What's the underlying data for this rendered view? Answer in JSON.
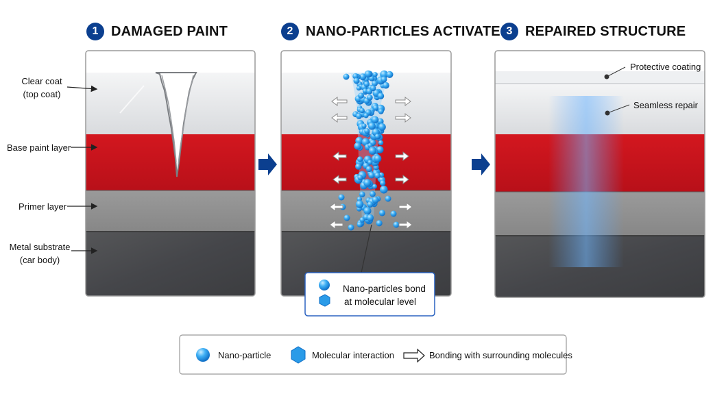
{
  "stages": [
    {
      "number": "1",
      "title": "DAMAGED PAINT"
    },
    {
      "number": "2",
      "title": "NANO-PARTICLES ACTIVATE"
    },
    {
      "number": "3",
      "title": "REPAIRED STRUCTURE"
    }
  ],
  "layer_labels": {
    "clear_coat": [
      "Clear coat",
      "(top coat)"
    ],
    "base_paint": "Base paint layer",
    "primer": "Primer layer",
    "metal": [
      "Metal substrate",
      "(car body)"
    ]
  },
  "callout": [
    "Nano-particles bond",
    "at molecular level"
  ],
  "repaired_labels": {
    "protective": "Protective coating",
    "seamless": "Seamless repair"
  },
  "legend": {
    "nano": "Nano-particle",
    "molecular": "Molecular interaction",
    "bonding": "Bonding with surrounding molecules"
  },
  "colors": {
    "accent": "#0b3f8f",
    "clear_coat": "#e4e6e8",
    "base_paint": "#c8141c",
    "primer": "#8f8f8f",
    "metal": "#4a4b4d",
    "particle": "#2a9be8"
  },
  "icons": [
    "arrow-right-icon",
    "nano-particle-icon",
    "hexagon-icon",
    "outline-arrow-icon"
  ]
}
